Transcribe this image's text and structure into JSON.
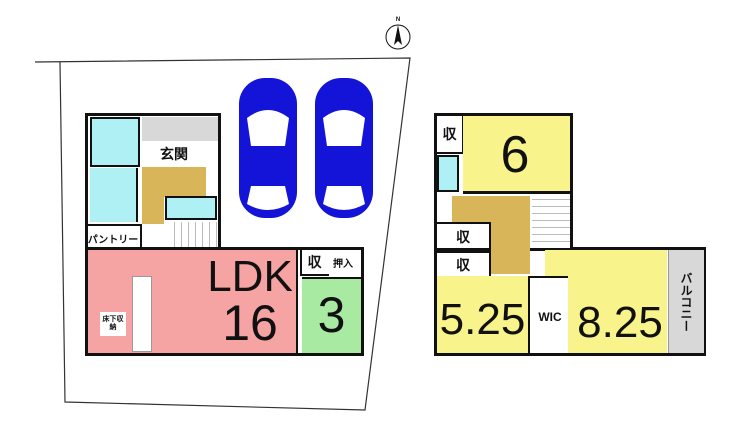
{
  "compass": {
    "label": "N"
  },
  "floor1": {
    "entrance": "玄関",
    "pantry": "パントリー",
    "ldk_label": "LDK",
    "ldk_size": "16",
    "storage": "収",
    "closet": "押入",
    "japanese_room_size": "3",
    "underfloor_storage": "床下収納"
  },
  "floor2": {
    "room1_size": "6",
    "storage1": "収",
    "storage2": "収",
    "storage3": "収",
    "room2_size": "5.25",
    "wic": "WIC",
    "room3_size": "8.25",
    "balcony": "バルコニー"
  },
  "colors": {
    "ldk": "#f6a3a3",
    "japanese": "#a9eaa3",
    "bedroom": "#f8f38a",
    "wet": "#aef0f4",
    "hall": "#d9b55a",
    "car": "#1414d8",
    "balcony": "#d8d8d8"
  }
}
